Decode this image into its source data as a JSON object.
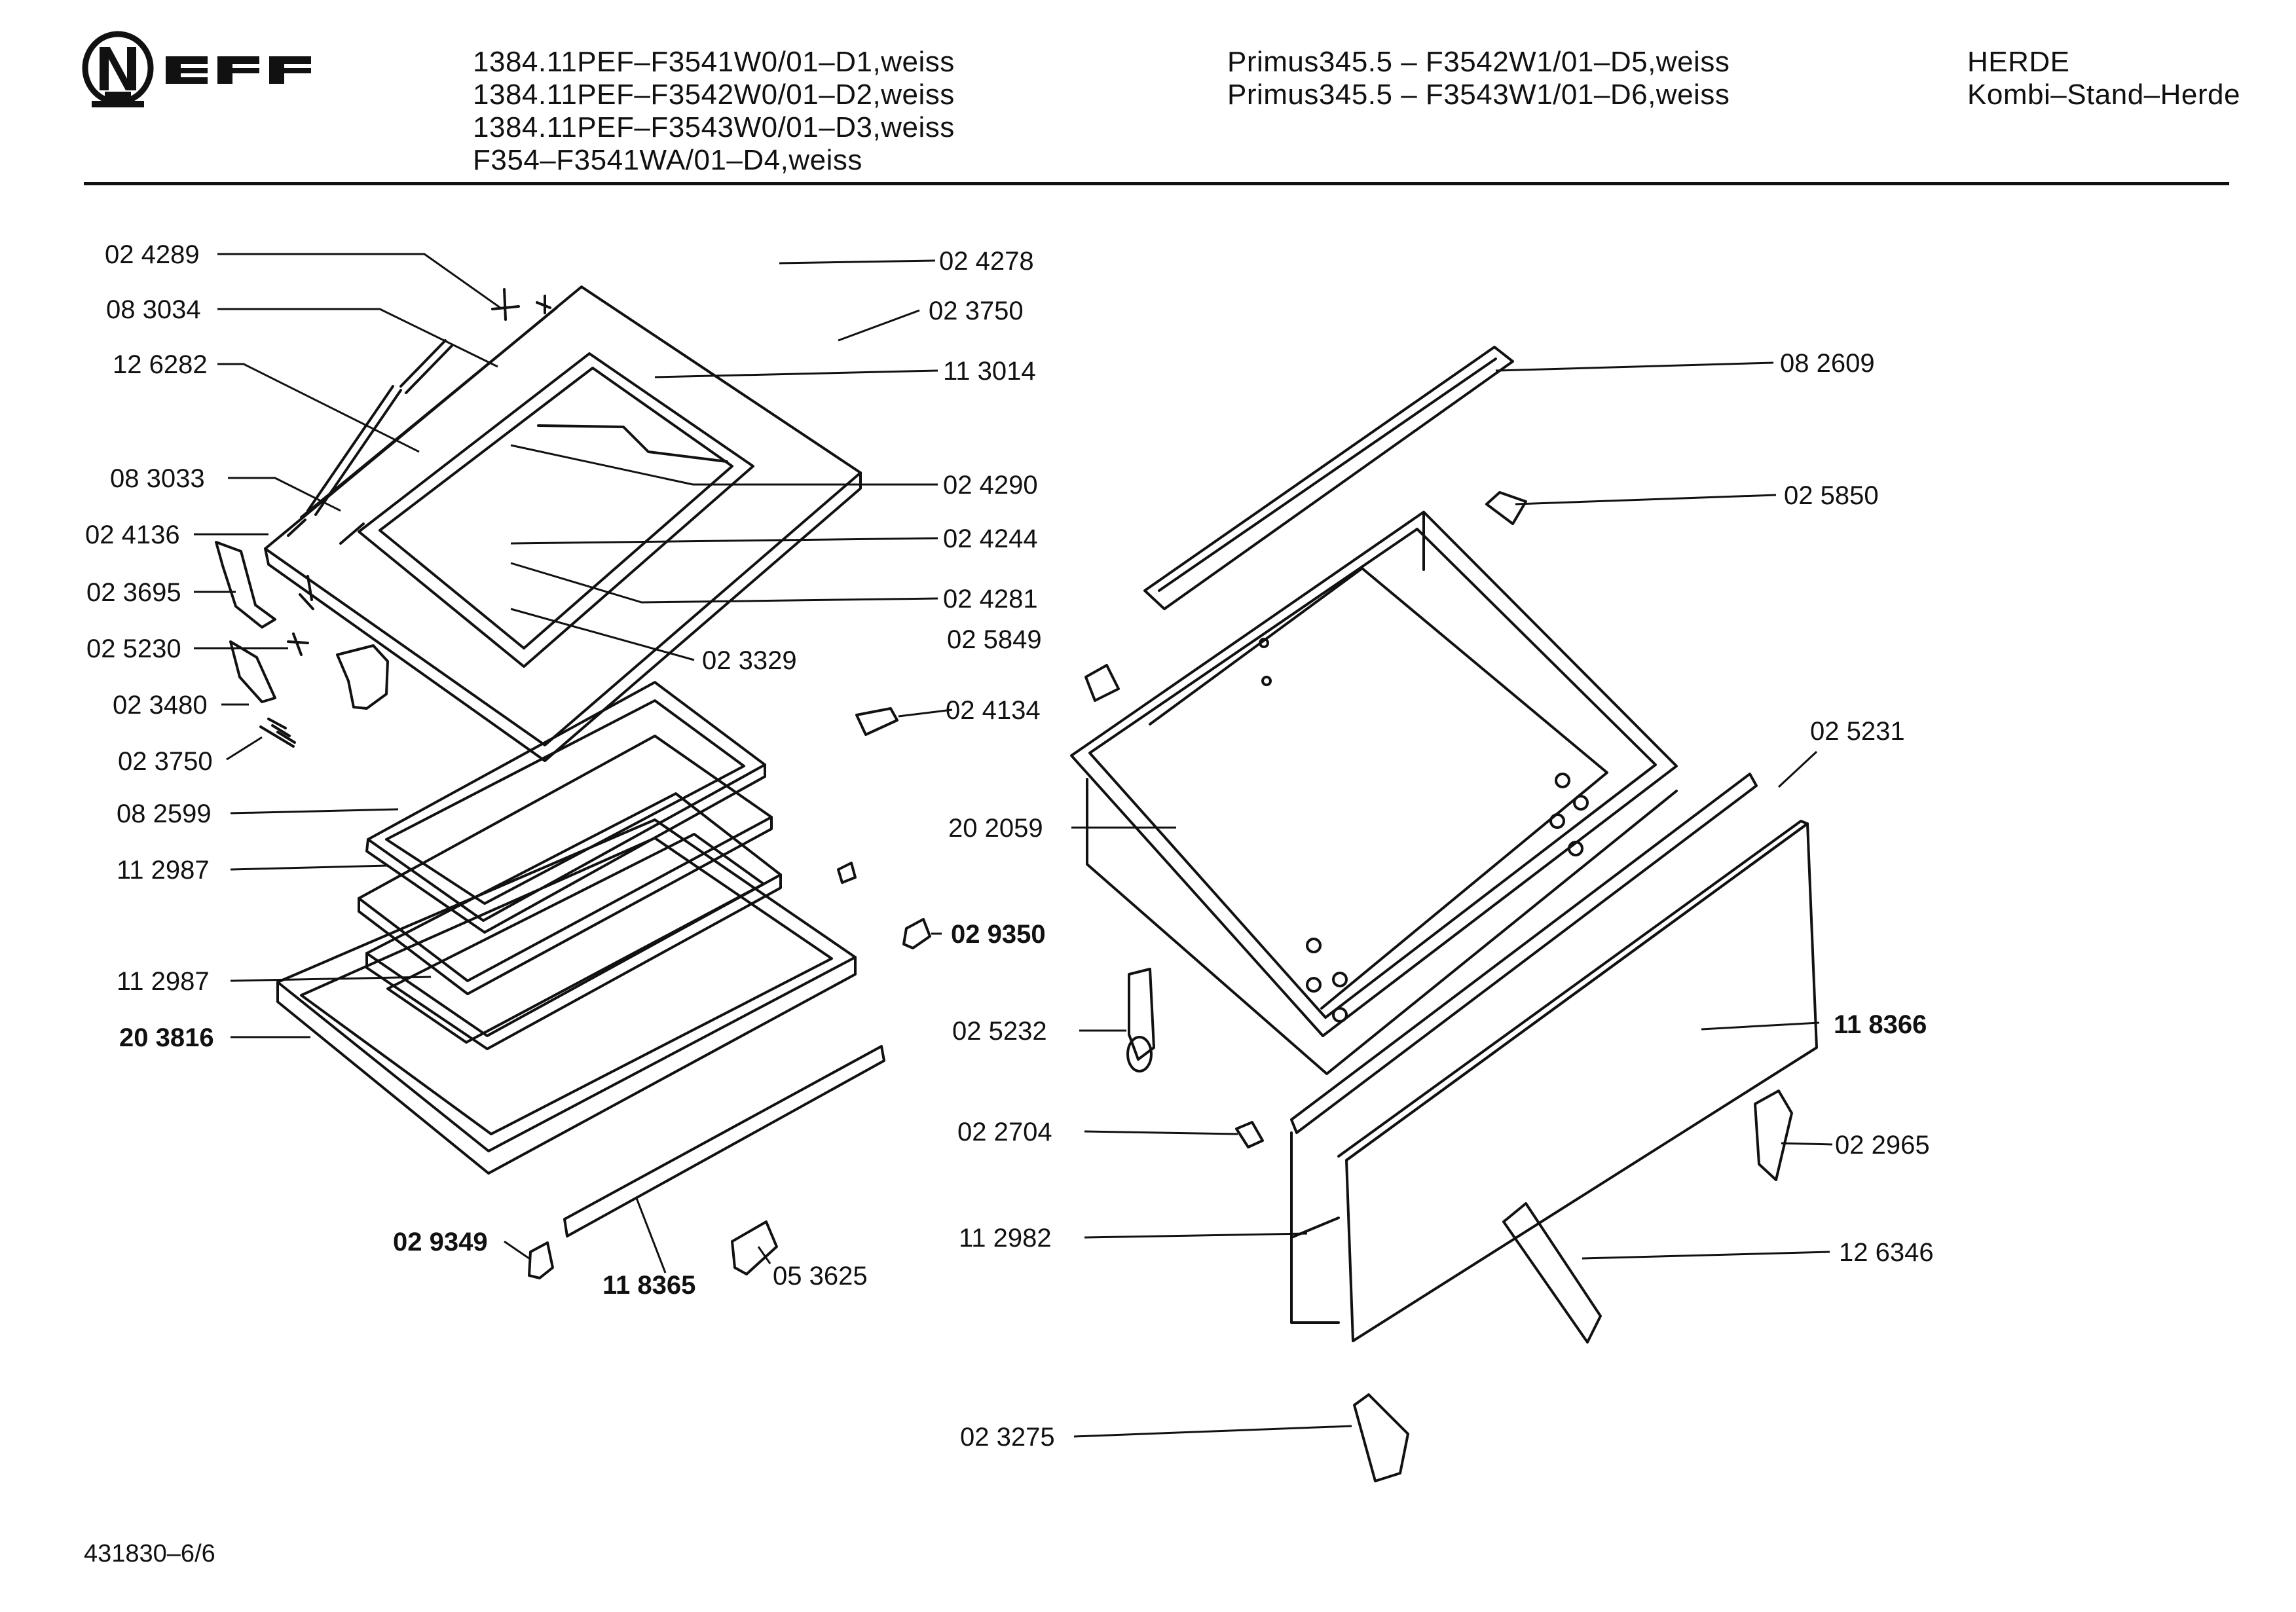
{
  "header": {
    "brand": "NEFF",
    "models_col1": [
      "1384.11PEF–F3541W0/01–D1,weiss",
      "1384.11PEF–F3542W0/01–D2,weiss",
      "1384.11PEF–F3543W0/01–D3,weiss",
      "F354–F3541WA/01–D4,weiss"
    ],
    "models_col2": [
      "Primus345.5 – F3542W1/01–D5,weiss",
      "Primus345.5 – F3543W1/01–D6,weiss"
    ],
    "category": [
      "HERDE",
      "Kombi–Stand–Herde"
    ]
  },
  "parts": [
    {
      "id": "02 4289",
      "bold": false
    },
    {
      "id": "08 3034",
      "bold": false
    },
    {
      "id": "12 6282",
      "bold": false
    },
    {
      "id": "08 3033",
      "bold": false
    },
    {
      "id": "02 4136",
      "bold": false
    },
    {
      "id": "02 3695",
      "bold": false
    },
    {
      "id": "02 5230",
      "bold": false
    },
    {
      "id": "02 3480",
      "bold": false
    },
    {
      "id": "02 3750",
      "bold": false
    },
    {
      "id": "08 2599",
      "bold": false
    },
    {
      "id": "11 2987",
      "bold": false
    },
    {
      "id": "11 2987",
      "bold": false
    },
    {
      "id": "20 3816",
      "bold": true
    },
    {
      "id": "02 9349",
      "bold": true
    },
    {
      "id": "11 8365",
      "bold": true
    },
    {
      "id": "05 3625",
      "bold": false
    },
    {
      "id": "02 4278",
      "bold": false
    },
    {
      "id": "02 3750",
      "bold": false
    },
    {
      "id": "11 3014",
      "bold": false
    },
    {
      "id": "02 4290",
      "bold": false
    },
    {
      "id": "02 4244",
      "bold": false
    },
    {
      "id": "02 4281",
      "bold": false
    },
    {
      "id": "02 3329",
      "bold": false
    },
    {
      "id": "02 5849",
      "bold": false
    },
    {
      "id": "02 4134",
      "bold": false
    },
    {
      "id": "20 2059",
      "bold": false
    },
    {
      "id": "02 9350",
      "bold": true
    },
    {
      "id": "02 5232",
      "bold": false
    },
    {
      "id": "02 2704",
      "bold": false
    },
    {
      "id": "11 2982",
      "bold": false
    },
    {
      "id": "02 3275",
      "bold": false
    },
    {
      "id": "08 2609",
      "bold": false
    },
    {
      "id": "02 5850",
      "bold": false
    },
    {
      "id": "02 5231",
      "bold": false
    },
    {
      "id": "11 8366",
      "bold": true
    },
    {
      "id": "02 2965",
      "bold": false
    },
    {
      "id": "12 6346",
      "bold": false
    }
  ],
  "footer": {
    "drawing_no": "431830–6/6"
  }
}
